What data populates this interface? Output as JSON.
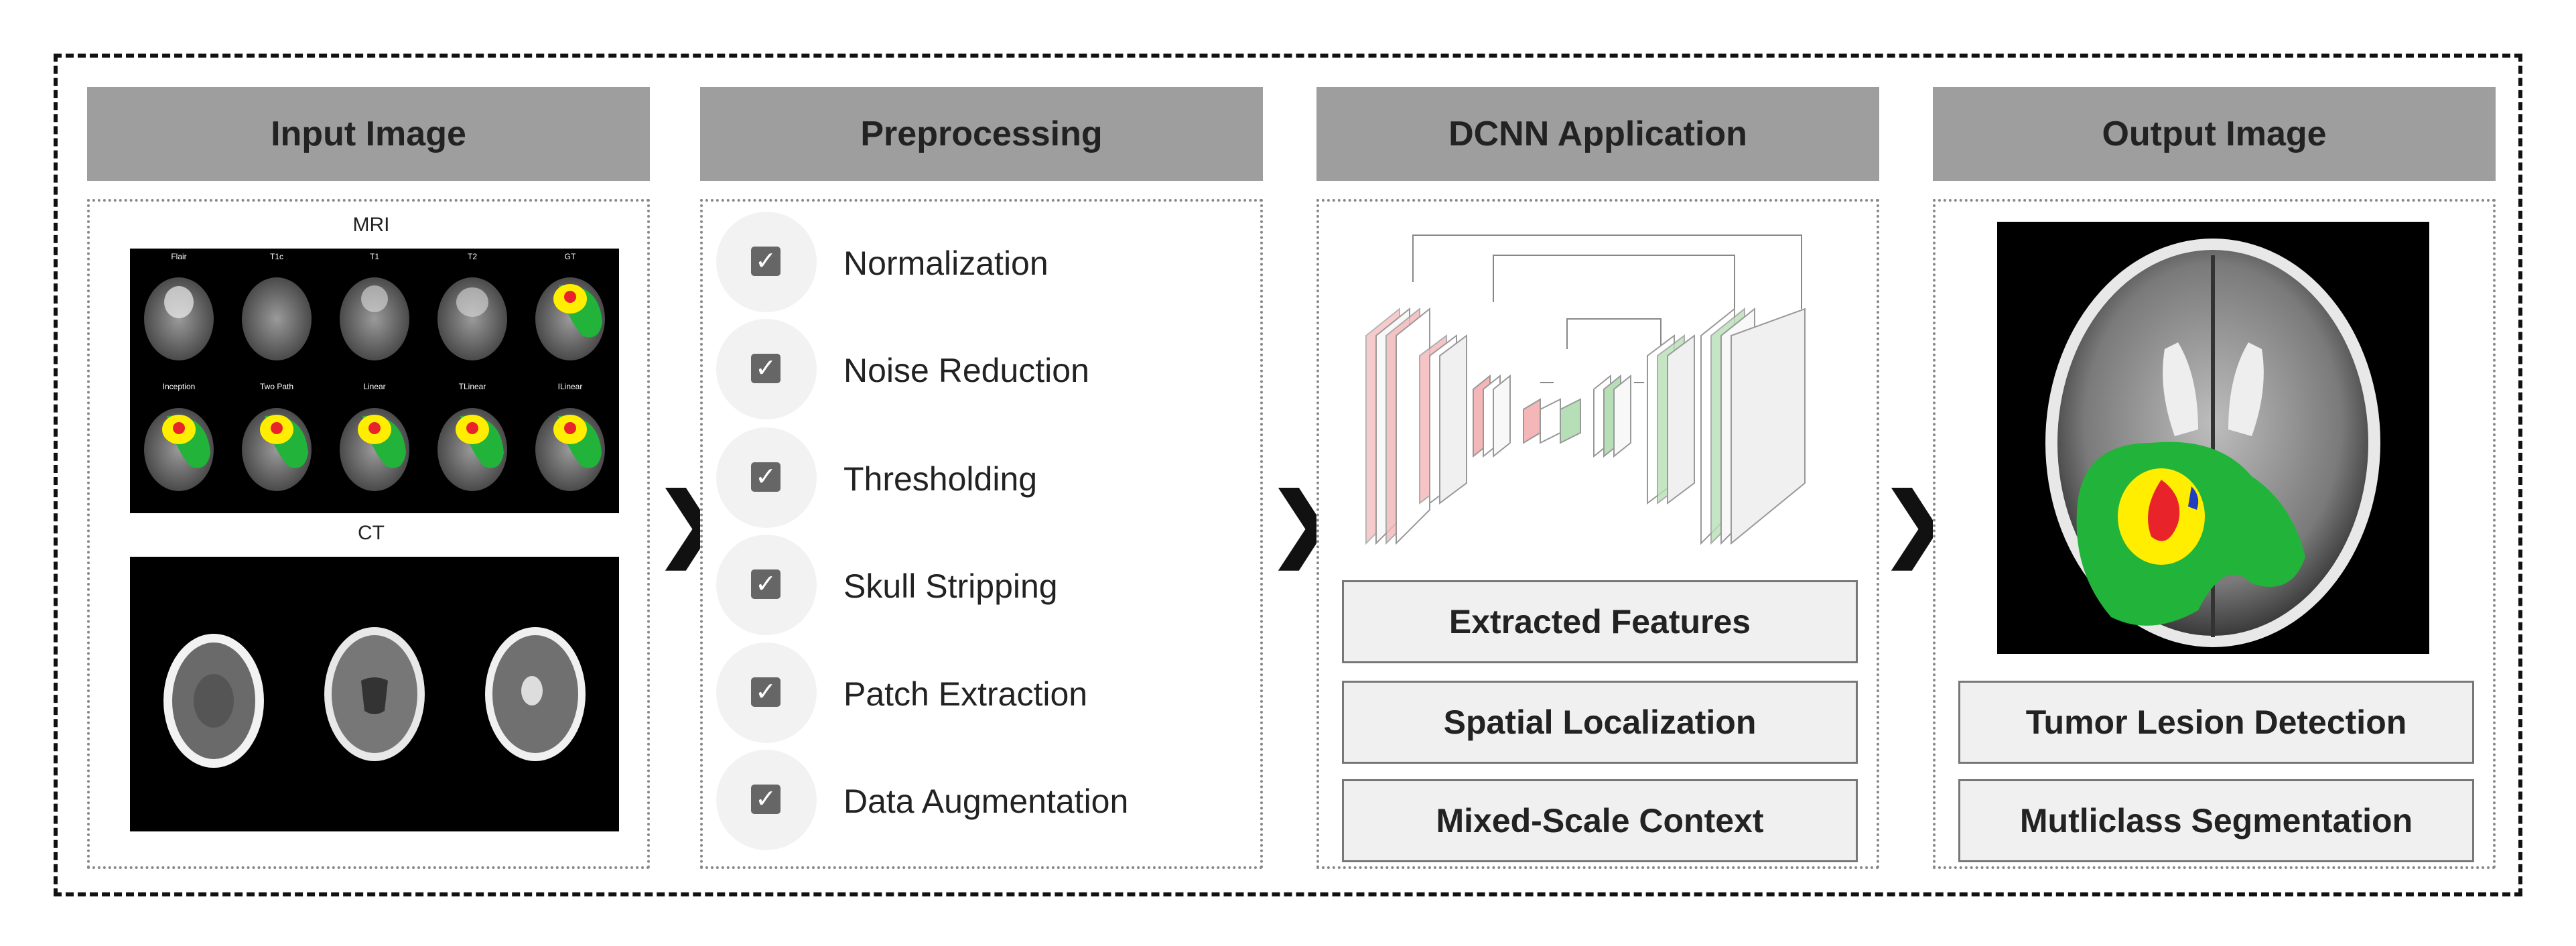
{
  "columns": {
    "input": {
      "title": "Input Image",
      "mri_label": "MRI",
      "mri_row1": [
        "Flair",
        "T1c",
        "T1",
        "T2",
        "GT"
      ],
      "mri_row2": [
        "Inception",
        "Two Path",
        "Linear",
        "TLinear",
        "ILinear"
      ],
      "ct_label": "CT"
    },
    "preprocessing": {
      "title": "Preprocessing",
      "steps": [
        "Normalization",
        "Noise Reduction",
        "Thresholding",
        "Skull Stripping",
        "Patch Extraction",
        "Data Augmentation"
      ]
    },
    "dcnn": {
      "title": "DCNN Application",
      "boxes": [
        "Extracted Features",
        "Spatial Localization",
        "Mixed-Scale Context"
      ]
    },
    "output": {
      "title": "Output Image",
      "boxes": [
        "Tumor Lesion Detection",
        "Mutliclass Segmentation"
      ]
    }
  },
  "arrow_glyph": "❯",
  "check_glyph": "✓",
  "colors": {
    "header_bg": "#9e9e9e",
    "encoder": "#f4b6b6",
    "decoder": "#b7dfb7",
    "edema": "#22b33a",
    "tumor_core": "#ffee00",
    "necrosis": "#e8242a",
    "enhancing": "#1f3fbf"
  }
}
